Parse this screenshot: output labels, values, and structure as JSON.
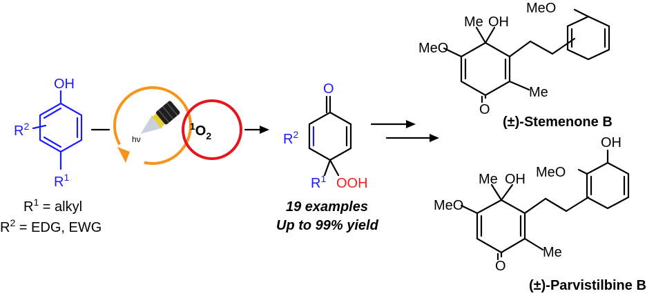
{
  "labels": {
    "oh": "OH",
    "r2": "R",
    "r2_sup": "2",
    "r1": "R",
    "r1_sup": "1",
    "r1_def": "R",
    "r1_def_sup": "1",
    "r1_def_text": " = alkyl",
    "r2_def": "R",
    "r2_def_sup": "2",
    "r2_def_text": " = EDG, EWG",
    "hv": "hν",
    "singlet_pre": "1",
    "singlet_o": "O",
    "singlet_sub": "2",
    "product_o": "O",
    "product_r2": "R",
    "product_r2_sup": "2",
    "product_r1": "R",
    "product_r1_sup": "1",
    "ooh": "OOH",
    "examples": "19 examples",
    "yield": "Up to 99% yield",
    "stem_meo_top": "MeO",
    "stem_me": "Me",
    "stem_oh": "OH",
    "stem_meo": "MeO",
    "stem_me2": "Me",
    "stem_o": "O",
    "stem_name": "(±)-Stemenone B",
    "parv_oh_top": "OH",
    "parv_meo_top": "MeO",
    "parv_me": "Me",
    "parv_oh": "OH",
    "parv_meo": "MeO",
    "parv_me2": "Me",
    "parv_o": "O",
    "parv_name": "(±)-Parvistilbine B"
  },
  "colors": {
    "substituent": "#1a1aff",
    "hydroperoxide": "#ff1a1a",
    "light_arc": "#f7941d",
    "singlet_ring": "#e8141b"
  },
  "icons": [
    "flashlight-icon"
  ]
}
